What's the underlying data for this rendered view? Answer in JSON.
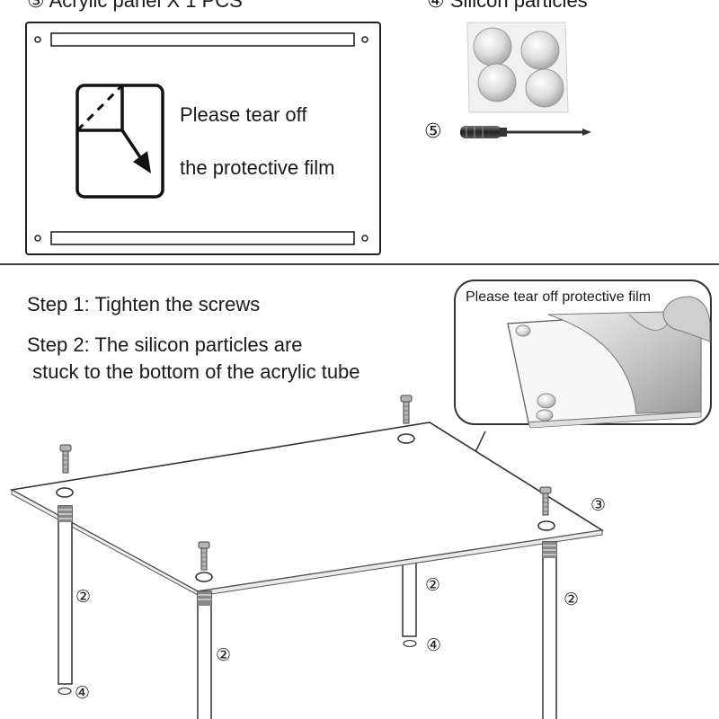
{
  "header": {
    "acrylic_label": "③ Acrylic panel X 1 PCS",
    "silicon_label": "④ Silicon particles",
    "screwdriver_marker": "⑤"
  },
  "panel": {
    "tear_line1": "Please tear off",
    "tear_line2": "the protective film"
  },
  "steps": {
    "step1": "Step 1: Tighten the screws",
    "step2_line1": "Step 2: The silicon particles are",
    "step2_line2": " stuck to the bottom of the acrylic tube"
  },
  "callout": {
    "text": "Please tear off protective film"
  },
  "markers": {
    "panel": "③",
    "tube": "②",
    "silicon": "④"
  }
}
